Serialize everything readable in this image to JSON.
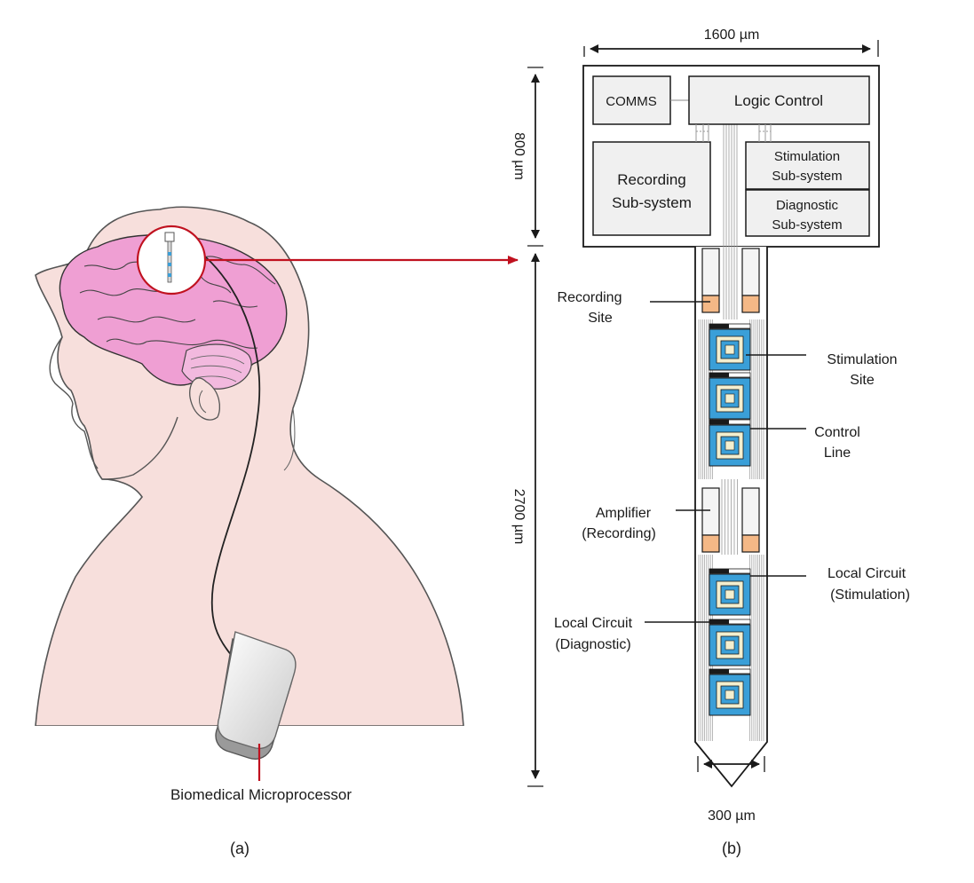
{
  "panel_a": {
    "caption": "(a)",
    "microprocessor_label": "Biomedical Microprocessor"
  },
  "panel_b": {
    "caption": "(b)",
    "dimensions": {
      "width_top": "1600 µm",
      "height_head": "800 µm",
      "height_shank": "2700 µm",
      "width_shank": "300 µm"
    },
    "blocks": {
      "comms": "COMMS",
      "logic": "Logic Control",
      "recording": [
        "Recording",
        "Sub-system"
      ],
      "stimulation": [
        "Stimulation",
        "Sub-system"
      ],
      "diagnostic": [
        "Diagnostic",
        "Sub-system"
      ]
    },
    "callouts": {
      "recording_site": [
        "Recording",
        "Site"
      ],
      "stimulation_site": [
        "Stimulation",
        "Site"
      ],
      "control_line": [
        "Control",
        "Line"
      ],
      "amplifier": [
        "Amplifier",
        "(Recording)"
      ],
      "local_stim": [
        "Local Circuit",
        "(Stimulation)"
      ],
      "local_diag": [
        "Local Circuit",
        "(Diagnostic)"
      ]
    }
  },
  "colors": {
    "skin": "#f7dfdc",
    "brain": "#ef9fd3",
    "electrode_blue": "#3a9fd8",
    "electrode_inner": "#f4efcf",
    "orange_pad": "#f4b886",
    "leader_red": "#c0111f"
  }
}
